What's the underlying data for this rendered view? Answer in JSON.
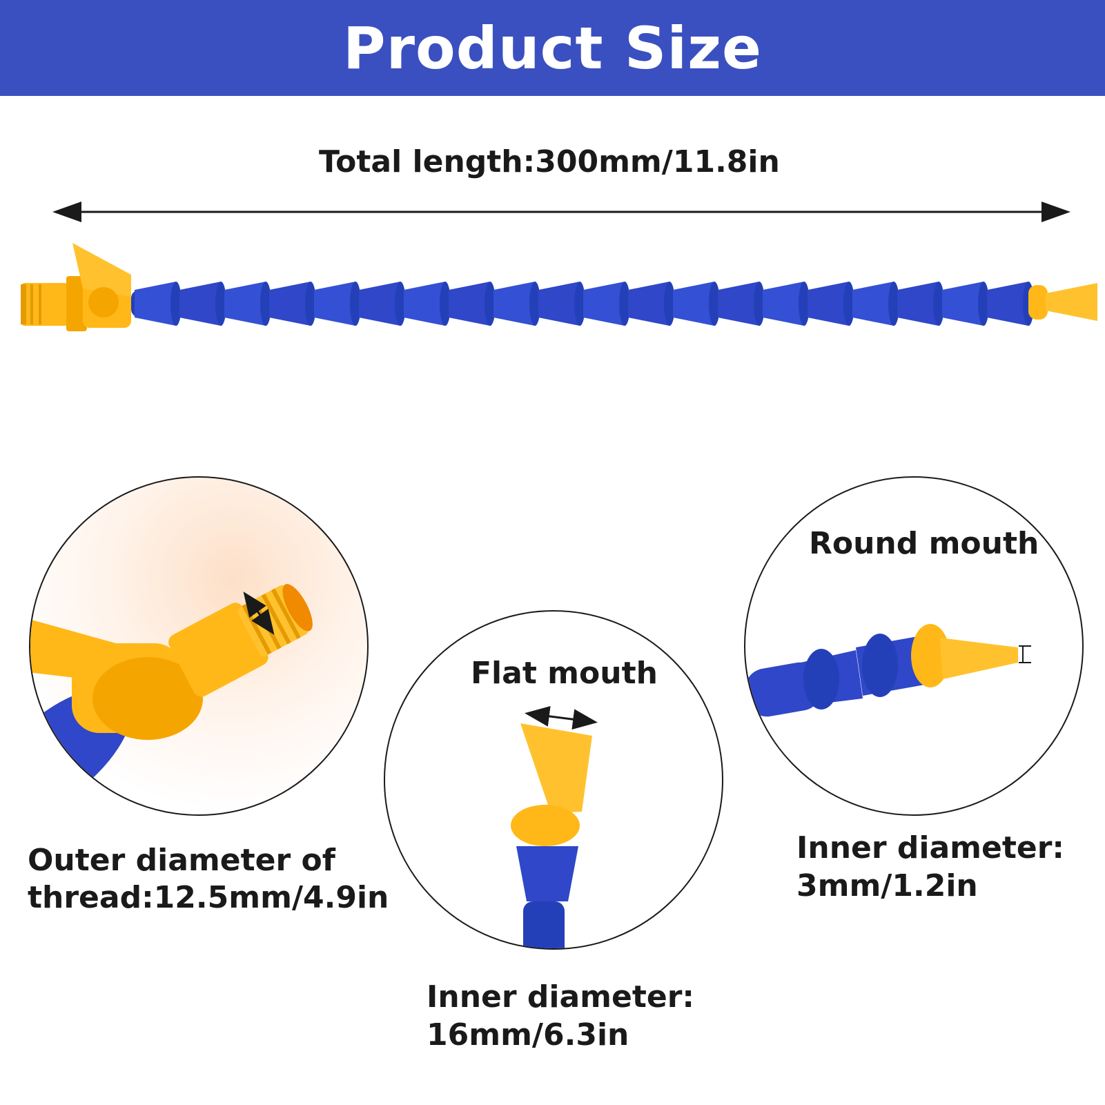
{
  "header": {
    "title": "Product Size"
  },
  "total_length": {
    "label": "Total length:300mm/11.8in"
  },
  "details": {
    "thread": {
      "line1": "Outer diameter of",
      "line2": "thread:12.5mm/4.9in"
    },
    "flat_mouth": {
      "title": "Flat mouth",
      "line1": "Inner diameter:",
      "line2": "16mm/6.3in"
    },
    "round_mouth": {
      "title": "Round mouth",
      "line1": "Inner diameter:",
      "line2": "3mm/1.2in"
    }
  },
  "colors": {
    "banner": "#3a50c0",
    "hose_blue": "#2f47c8",
    "nozzle_yellow": "#ffb818",
    "text": "#1a1a1a"
  }
}
